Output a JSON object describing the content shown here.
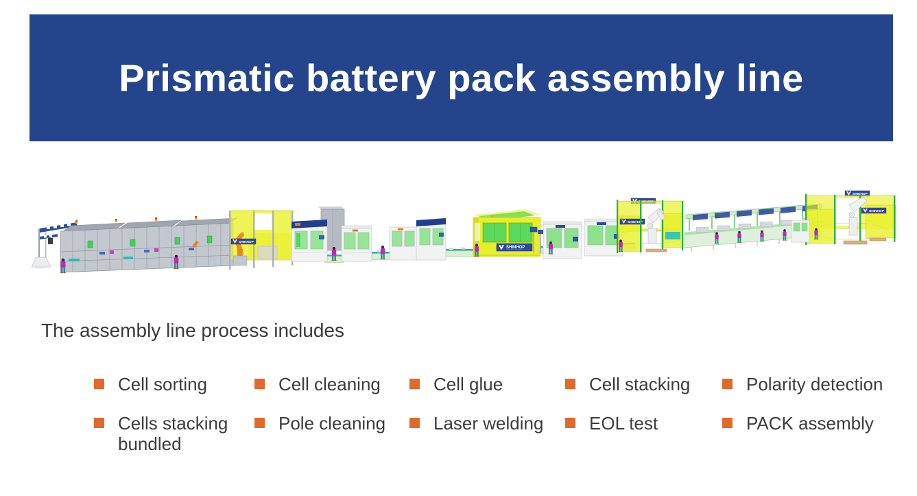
{
  "banner": {
    "title": "Prismatic battery pack assembly line"
  },
  "illustration": {
    "brand": "SHINHOP"
  },
  "process": {
    "heading": "The assembly line process includes",
    "items": [
      "Cell sorting",
      "Cell cleaning",
      "Cell glue",
      "Cell stacking",
      "Polarity detection",
      "Cells stacking bundled",
      "Pole cleaning",
      "Laser welding",
      "EOL test",
      "PACK assembly"
    ]
  },
  "colors": {
    "banner_bg": "#24458C",
    "banner_text": "#FFFFFF",
    "bullet": "#E2692C",
    "body_text": "#3C3C3C",
    "safety_fence_yellow": "#E9F028",
    "machine_green_glass": "#8EE28E",
    "worker_shirt": "#C026C0",
    "robot_orange": "#EF8D1C"
  }
}
